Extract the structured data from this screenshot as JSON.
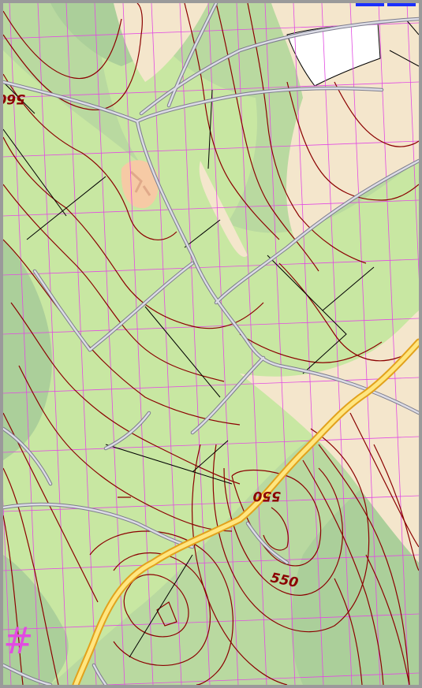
{
  "map": {
    "contour_labels": [
      "560",
      "550",
      "550"
    ],
    "grid_glyph": "#",
    "colors": {
      "frame": "#9a9a9a",
      "background_green": "#b9d9a0",
      "light_green": "#c8e7a2",
      "dark_green": "#abcf9a",
      "field": "#f4e6cc",
      "water_white": "#ffffff",
      "grid_lines": "#e24be2",
      "contours": "#8b0000",
      "paths": "#000000",
      "roads": "#cfcfdc",
      "highway": "#ffd34e",
      "building": "#f6caa5",
      "accent_blue": "#1a2fff"
    }
  }
}
